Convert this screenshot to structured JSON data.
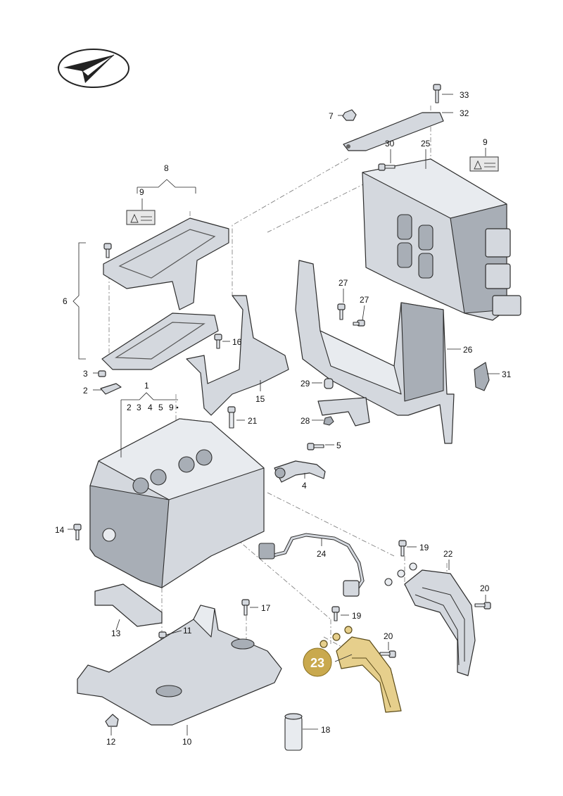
{
  "highlight_color": "#c9a94e",
  "logo_icon": "paper-plane-in-ellipse",
  "callouts": {
    "c1": "1",
    "c2": "2",
    "c3": "3",
    "c4": "4",
    "c5": "5",
    "c6": "6",
    "c7": "7",
    "c8": "8",
    "c9a": "9",
    "c9b": "9",
    "c10": "10",
    "c11": "11",
    "c12": "12",
    "c13": "13",
    "c14": "14",
    "c15": "15",
    "c16": "16",
    "c17": "17",
    "c18": "18",
    "c19a": "19",
    "c19b": "19",
    "c20a": "20",
    "c20b": "20",
    "c21": "21",
    "c22": "22",
    "c23": "23",
    "c24": "24",
    "c25": "25",
    "c26": "26",
    "c27a": "27",
    "c27b": "27",
    "c28": "28",
    "c29": "29",
    "c30": "30",
    "c31": "31",
    "c32": "32",
    "c33": "33"
  },
  "group1_subitems": [
    "2",
    "3",
    "4",
    "5",
    "9"
  ]
}
